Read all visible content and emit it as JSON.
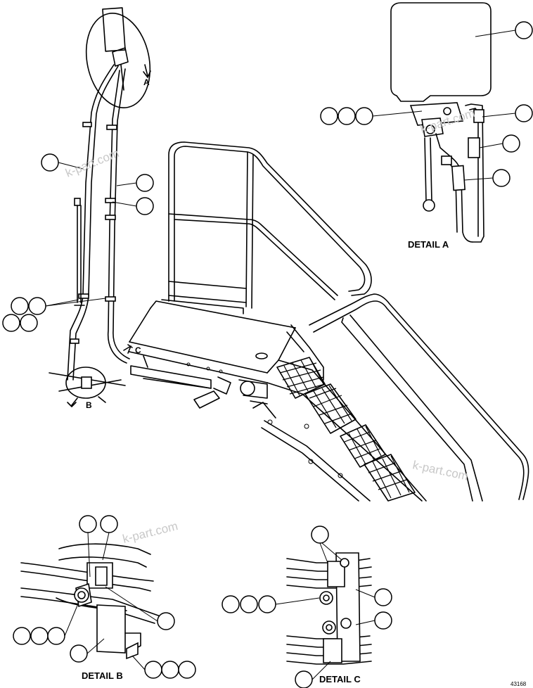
{
  "labels": {
    "detail_a": "DETAIL A",
    "detail_b": "DETAIL B",
    "detail_c": "DETAIL C",
    "view_a": "A",
    "view_b": "B",
    "view_c": "C"
  },
  "watermark": "k-part.com",
  "drawing_number": "43168"
}
